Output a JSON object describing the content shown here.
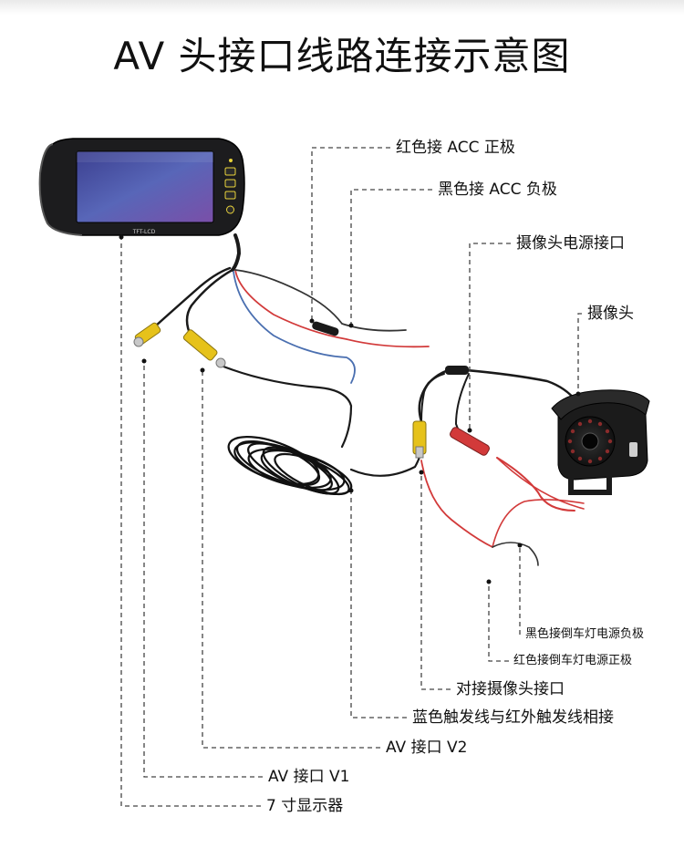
{
  "title": "AV 头接口线路连接示意图",
  "monitor_text": "TFT-LCD",
  "labels": {
    "red_acc_positive": "红色接 ACC 正极",
    "black_acc_negative": "黑色接 ACC 负极",
    "camera_power_port": "摄像头电源接口",
    "camera": "摄像头",
    "black_reverse_light_negative": "黑色接倒车灯电源负极",
    "red_reverse_light_positive": "红色接倒车灯电源正极",
    "camera_port": "对接摄像头接口",
    "blue_red_trigger": "蓝色触发线与红外触发线相接",
    "av_v2": "AV 接口 V2",
    "av_v1": "AV 接口 V1",
    "display_7inch": "7 寸显示器"
  },
  "colors": {
    "rca_yellow": "#e6c21a",
    "wire_red": "#d23a3a",
    "wire_blue": "#4a6fb0",
    "wire_black": "#1a1a1a",
    "leader_line": "#444444",
    "monitor_body": "#1c1c1e",
    "screen": "#4a55a8",
    "button_glow": "#e8d23a"
  }
}
